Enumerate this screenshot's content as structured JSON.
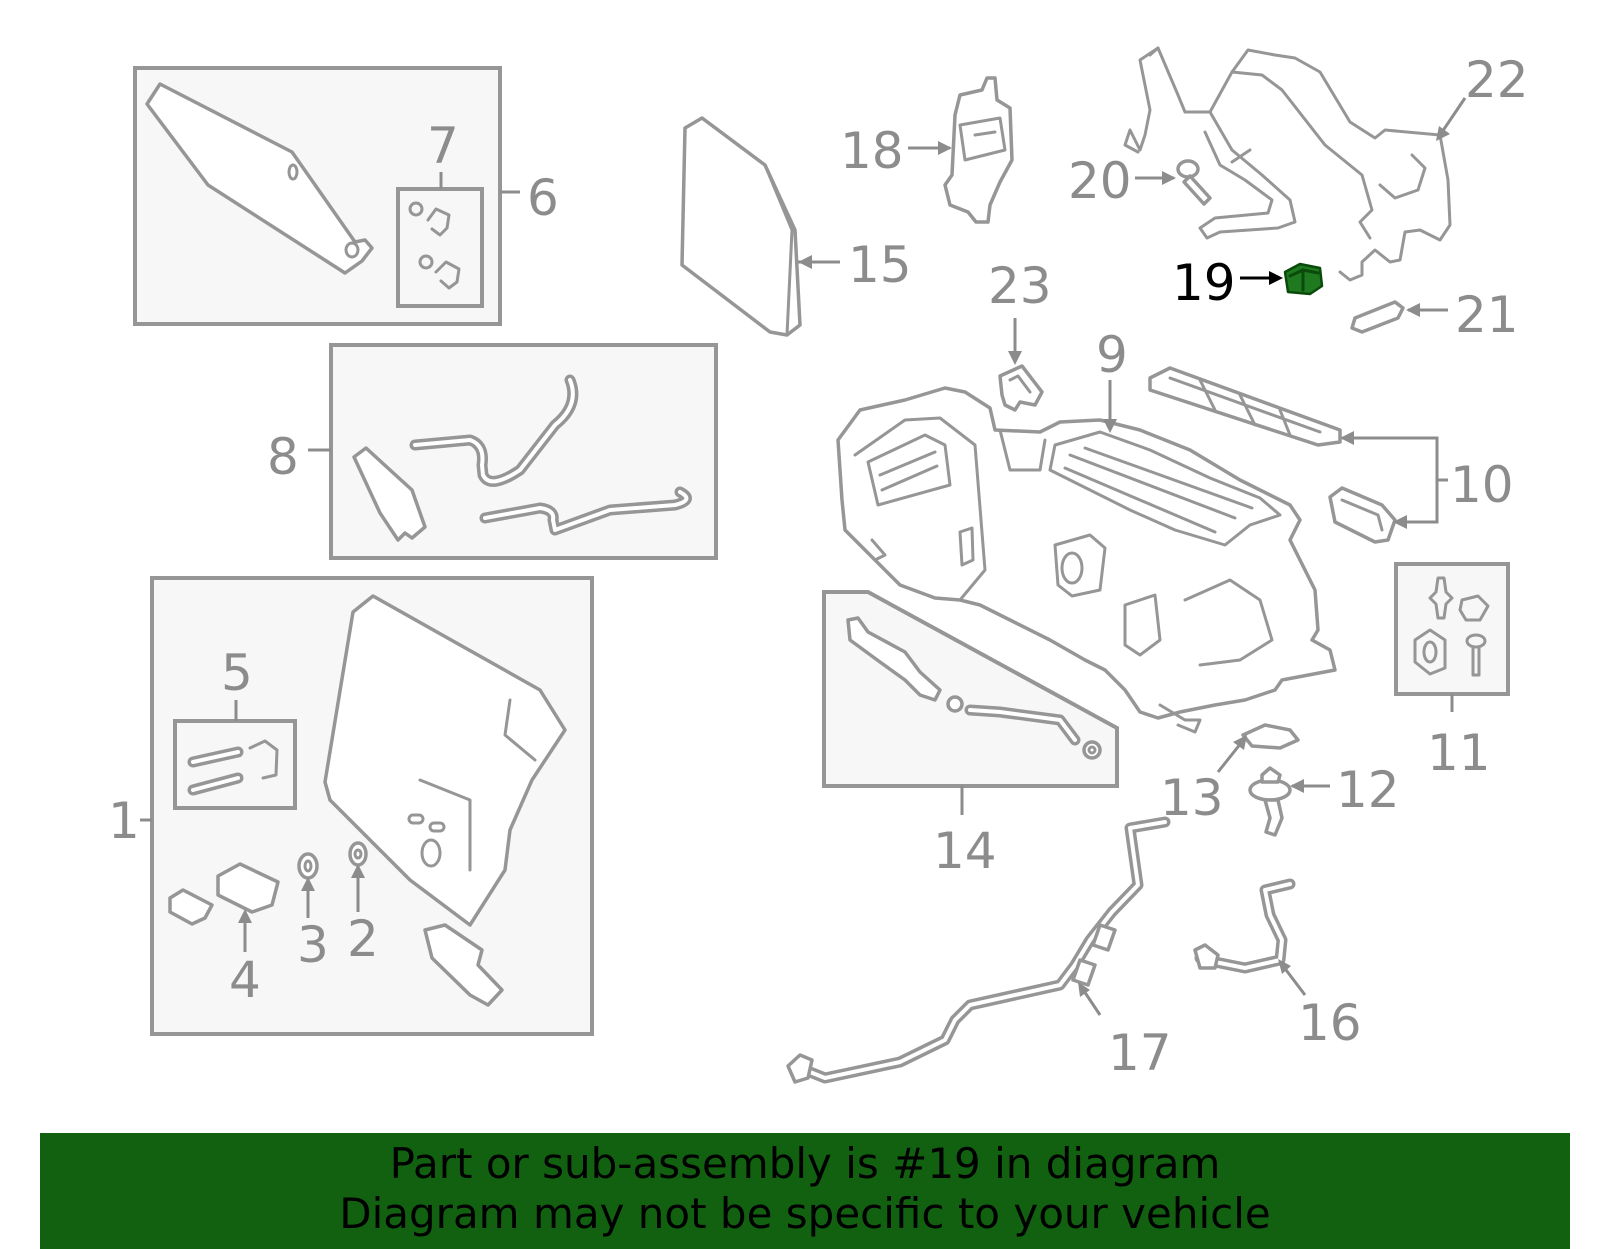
{
  "diagram": {
    "highlight_color": "#1f7a1f",
    "line_color": "#969696",
    "callouts": {
      "c1": "1",
      "c2": "2",
      "c3": "3",
      "c4": "4",
      "c5": "5",
      "c6": "6",
      "c7": "7",
      "c8": "8",
      "c9": "9",
      "c10": "10",
      "c11": "11",
      "c12": "12",
      "c13": "13",
      "c14": "14",
      "c15": "15",
      "c16": "16",
      "c17": "17",
      "c18": "18",
      "c19": "19",
      "c20": "20",
      "c21": "21",
      "c22": "22",
      "c23": "23"
    },
    "highlighted_part": "19"
  },
  "banner": {
    "background_color": "#116111",
    "line1": "Part or sub-assembly is #19 in diagram",
    "line2": "Diagram may not be specific to your vehicle"
  }
}
